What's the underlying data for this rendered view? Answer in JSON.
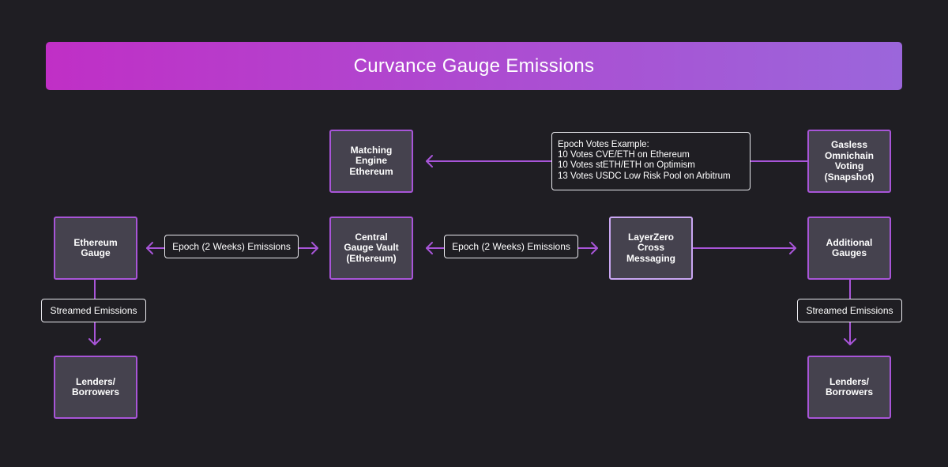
{
  "title": "Curvance Gauge Emissions",
  "colors": {
    "background": "#1f1e23",
    "banner_gradient_start": "#c02fc6",
    "banner_gradient_end": "#9b66db",
    "node_fill": "#45424e",
    "node_border": "#a855d8",
    "connector": "#a855d8"
  },
  "nodes": {
    "matching_engine": "Matching\nEngine\nEthereum",
    "gasless_voting": "Gasless\nOmnichain\nVoting\n(Snapshot)",
    "ethereum_gauge": "Ethereum\nGauge",
    "central_vault": "Central\nGauge Vault\n(Ethereum)",
    "layerzero": "LayerZero\nCross\nMessaging",
    "additional_gauges": "Additional\nGauges",
    "lenders_left": "Lenders/\nBorrowers",
    "lenders_right": "Lenders/\nBorrowers"
  },
  "labels": {
    "epoch_left": "Epoch (2 Weeks) Emissions",
    "epoch_right": "Epoch (2 Weeks) Emissions",
    "streamed_left": "Streamed Emissions",
    "streamed_right": "Streamed Emissions"
  },
  "votes_example": {
    "heading": "Epoch Votes Example:",
    "lines": [
      "10 Votes CVE/ETH on Ethereum",
      "10 Votes stETH/ETH on Optimism",
      "13 Votes USDC Low Risk Pool on Arbitrum"
    ]
  }
}
